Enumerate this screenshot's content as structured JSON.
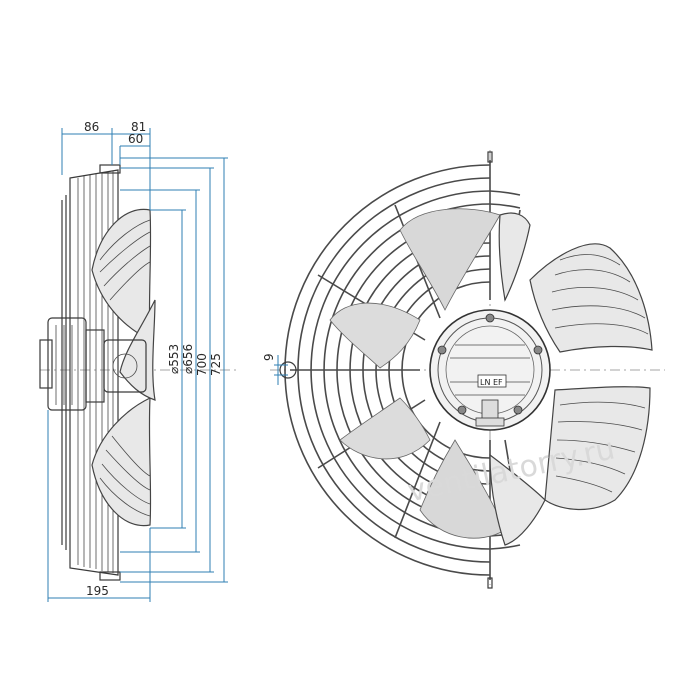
{
  "dimensions": {
    "top_86": "86",
    "top_81": "81",
    "top_60": "60",
    "bottom_195": "195",
    "d553": "⌀553",
    "d656": "⌀656",
    "d700": "700",
    "d725": "725",
    "d9": "9"
  },
  "label": {
    "motor_plate": "LN EF"
  },
  "watermark": "ventilatorry.ru",
  "colors": {
    "dimension": "#2f7fb3",
    "outline": "#3a3a3a"
  }
}
